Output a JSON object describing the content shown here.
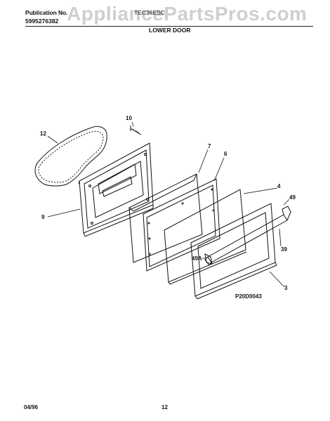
{
  "header": {
    "publication_label": "Publication No.",
    "publication_number": "5995276382",
    "model": "TEC36ESC",
    "watermark": "AppliancePartsPros.com",
    "section_title": "LOWER DOOR"
  },
  "callouts": {
    "c10": "10",
    "c12": "12",
    "c7": "7",
    "c6": "6",
    "c4": "4",
    "c49": "49",
    "c9": "9",
    "c39": "39",
    "c49a": "49A",
    "c3": "3"
  },
  "figure_id": "P20D0043",
  "footer": {
    "date": "04/96",
    "page": "12"
  }
}
